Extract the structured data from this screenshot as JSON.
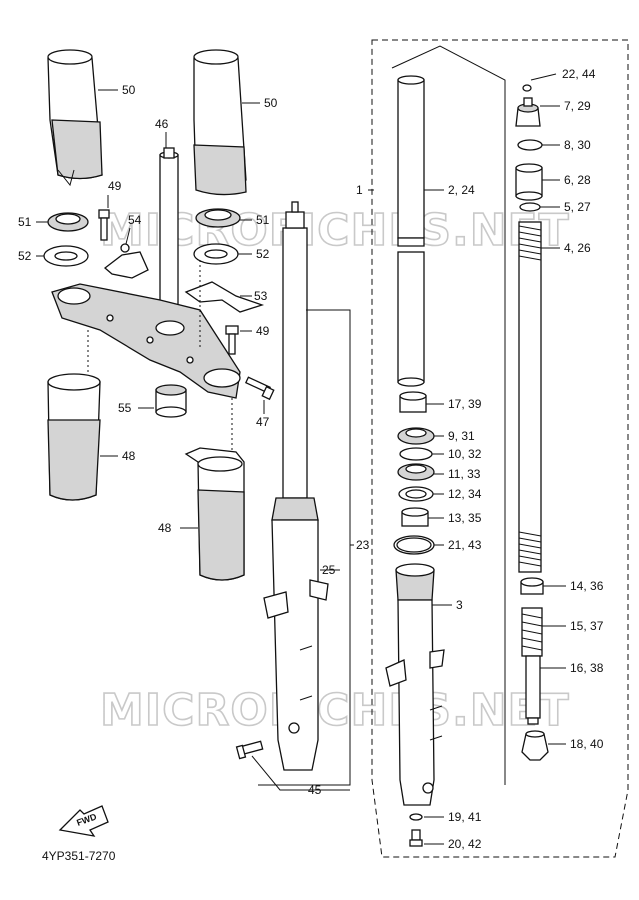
{
  "watermarks": [
    "MICROFICHES.NET",
    "MICROFICHES.NET"
  ],
  "diagram_code": "4YP351-7270",
  "fwd_label": "FWD",
  "labels": {
    "p50a": "50",
    "p50b": "50",
    "p46": "46",
    "p49a": "49",
    "p54": "54",
    "p51a": "51",
    "p51b": "51",
    "p52a": "52",
    "p52b": "52",
    "p53": "53",
    "p49b": "49",
    "p55": "55",
    "p47": "47",
    "p48a": "48",
    "p48b": "48",
    "p23": "23",
    "p25": "25",
    "p45": "45",
    "p1": "1",
    "p2_24": "2, 24",
    "p17_39": "17, 39",
    "p9_31": "9, 31",
    "p10_32": "10, 32",
    "p11_33": "11, 33",
    "p12_34": "12, 34",
    "p13_35": "13, 35",
    "p21_43": "21, 43",
    "p3": "3",
    "p19_41": "19, 41",
    "p20_42": "20, 42",
    "p22_44": "22, 44",
    "p7_29": "7, 29",
    "p8_30": "8, 30",
    "p6_28": "6, 28",
    "p5_27": "5, 27",
    "p4_26": "4, 26",
    "p14_36": "14, 36",
    "p15_37": "15, 37",
    "p16_38": "16, 38",
    "p18_40": "18, 40"
  }
}
